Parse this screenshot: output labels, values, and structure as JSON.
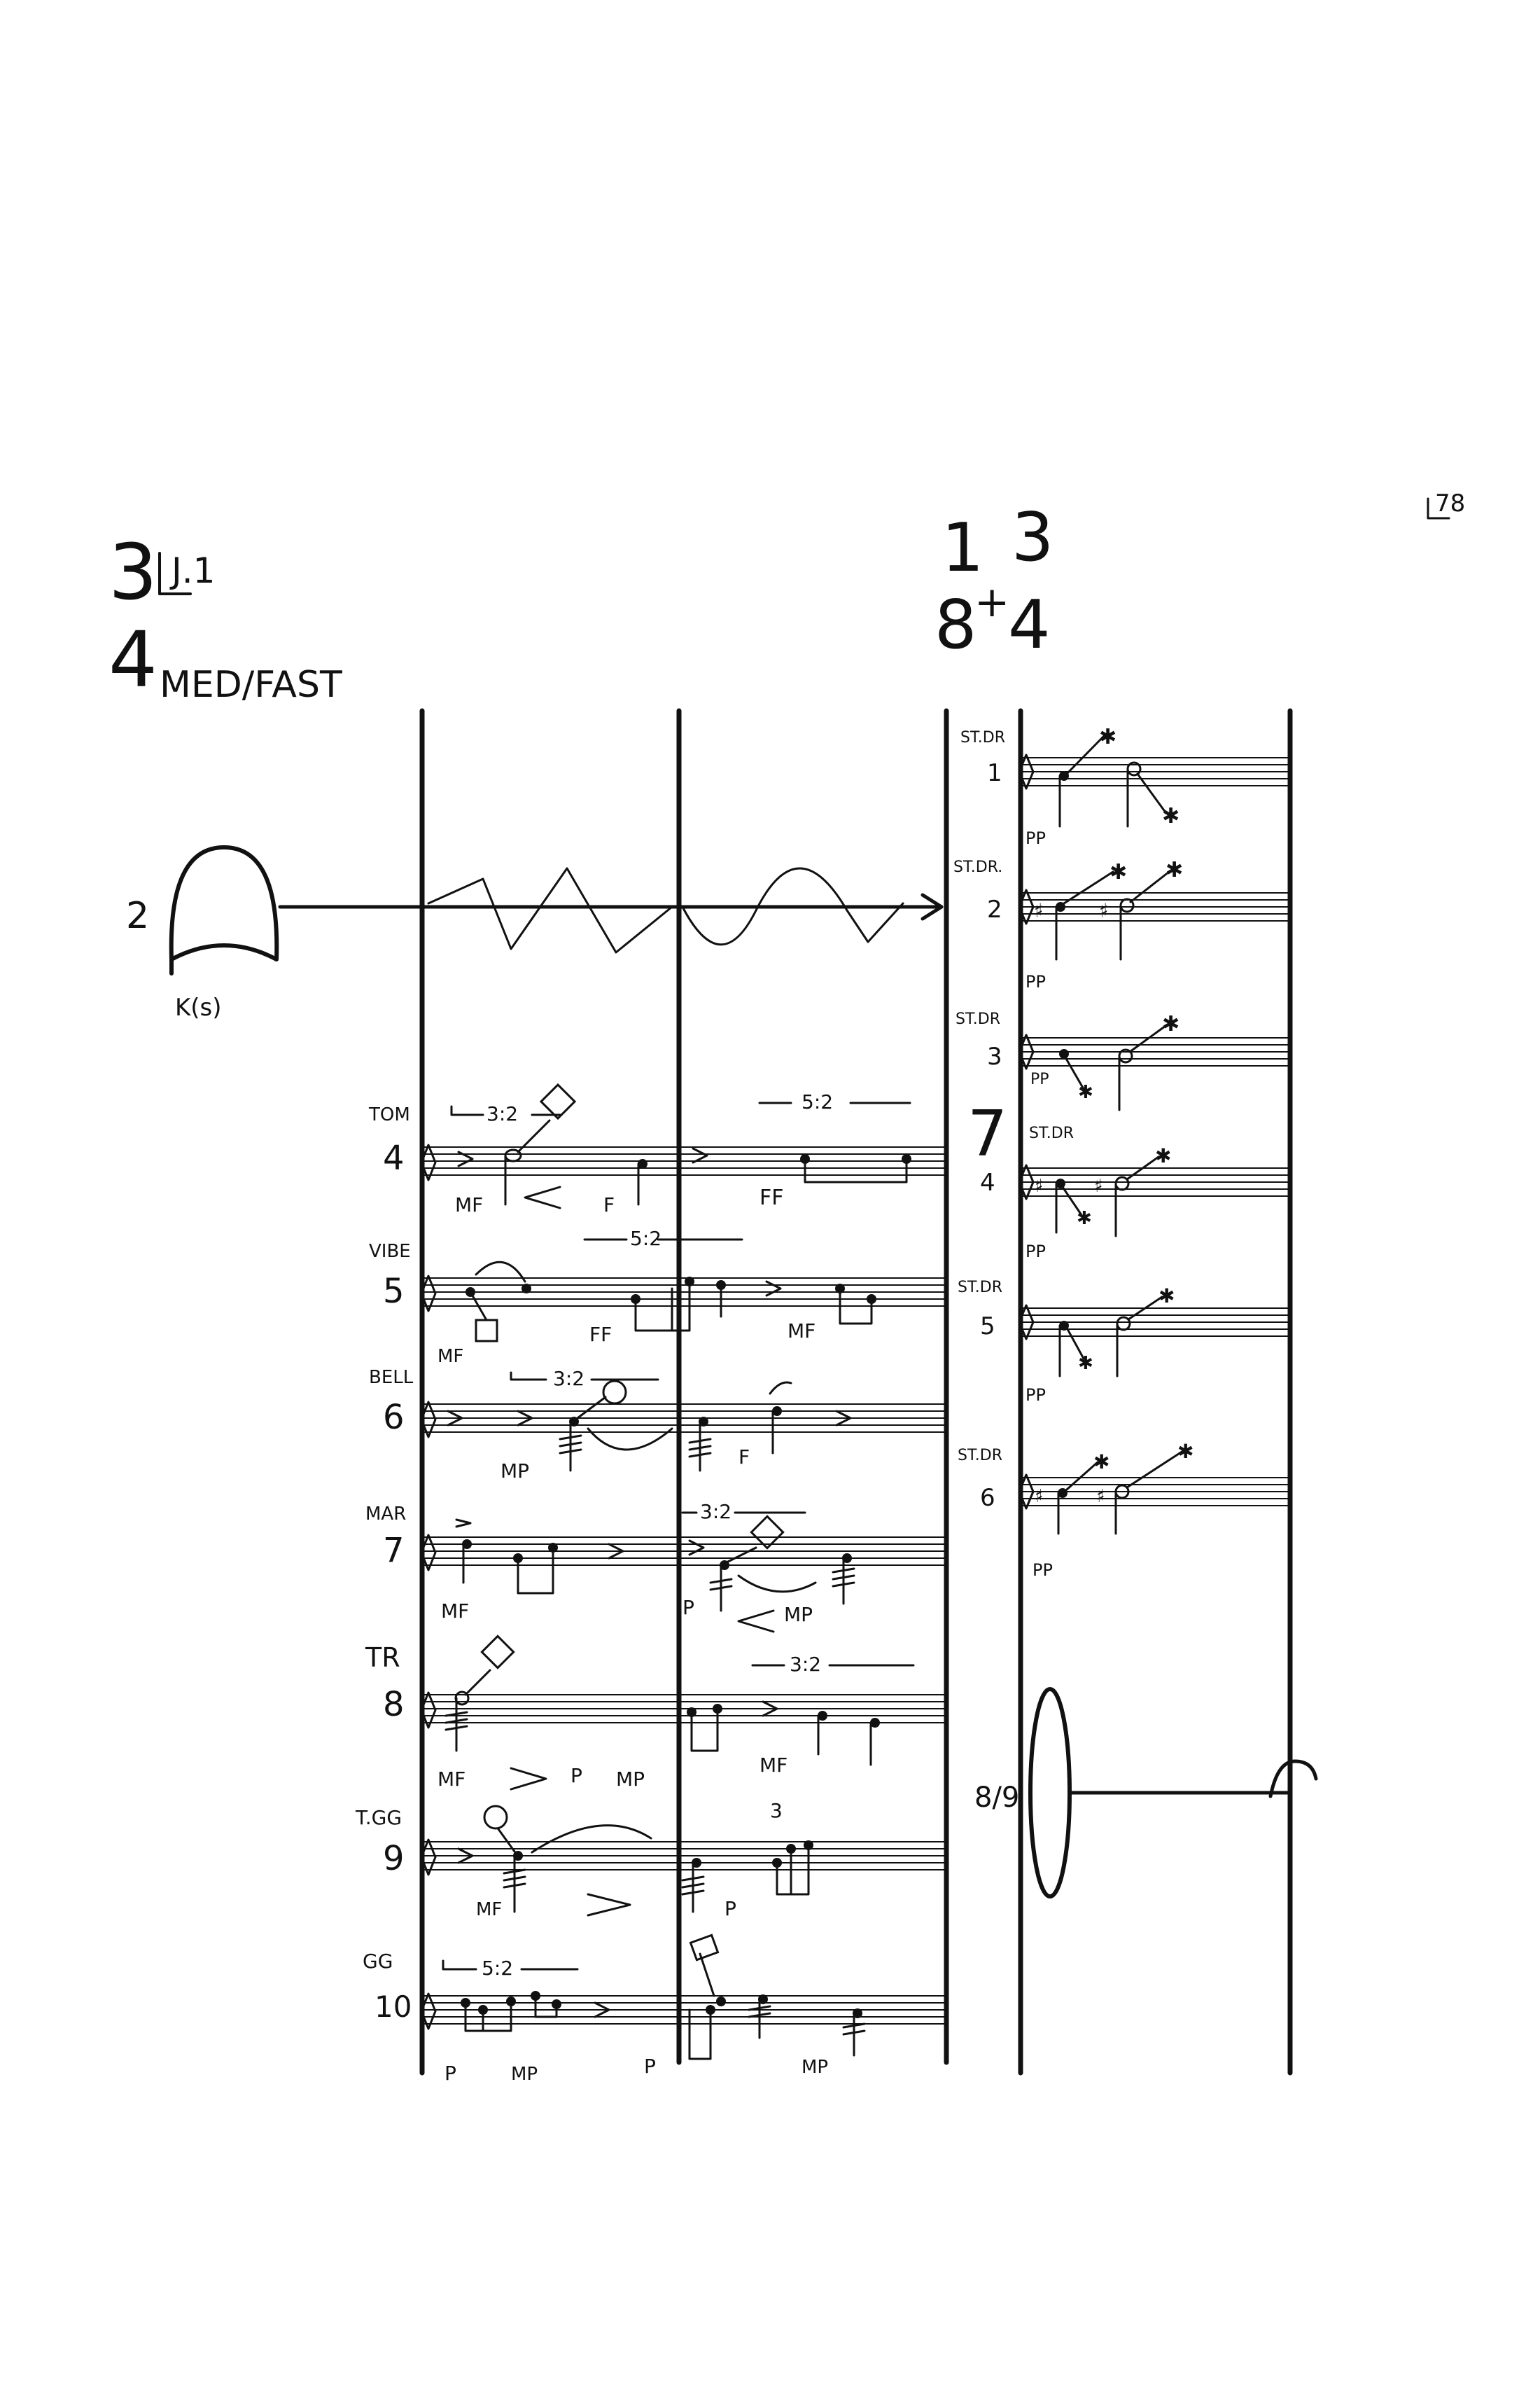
{
  "page": {
    "number": "78"
  },
  "tempo": {
    "ts_top": "3",
    "ts_bottom": "4",
    "unit": "J.1",
    "mark": "MED/FAST"
  },
  "second_meter": {
    "top_a": "1",
    "bottom_a": "8",
    "plus": "+",
    "top_b": "3",
    "bottom_b": "4"
  },
  "sustain": {
    "number": "2",
    "label": "K(s)"
  },
  "left_staves": [
    {
      "name": "TOM",
      "number": "4",
      "tuplet1": "3:2",
      "tuplet2": "5:2",
      "dyn": [
        "MF",
        "F",
        "FF"
      ]
    },
    {
      "name": "VIBE",
      "number": "5",
      "tuplet1": "5:2",
      "dyn": [
        "MF",
        "FF",
        "MF"
      ]
    },
    {
      "name": "BELL",
      "number": "6",
      "tuplet1": "3:2",
      "dyn": [
        "MP",
        "F"
      ]
    },
    {
      "name": "MAR",
      "number": "7",
      "tuplet1": "3:2",
      "dyn": [
        "MF",
        "P",
        "MP"
      ]
    },
    {
      "name": "TR",
      "number": "8",
      "tuplet1": "3:2",
      "dyn": [
        "MF",
        "P",
        "MP",
        "MF"
      ]
    },
    {
      "name": "T.GG",
      "number": "9",
      "tuplet1": "3",
      "dyn": [
        "MF",
        "P"
      ]
    },
    {
      "name": "GG",
      "number": "10",
      "tuplet1": "5:2",
      "dyn": [
        "P",
        "MP",
        "P",
        "MP"
      ]
    }
  ],
  "right_staves": [
    {
      "name": "ST.DR",
      "number": "1",
      "dyn": "PP"
    },
    {
      "name": "ST.DR.",
      "number": "2",
      "dyn": "PP"
    },
    {
      "name": "ST.DR",
      "number": "3",
      "dyn": "PP"
    },
    {
      "name": "ST.DR",
      "number": "4",
      "dyn": "PP"
    },
    {
      "name": "ST.DR",
      "number": "5",
      "dyn": "PP"
    },
    {
      "name": "ST.DR",
      "number": "6",
      "dyn": "PP"
    }
  ],
  "rest_mark": "7",
  "hold": {
    "number": "8/9"
  }
}
